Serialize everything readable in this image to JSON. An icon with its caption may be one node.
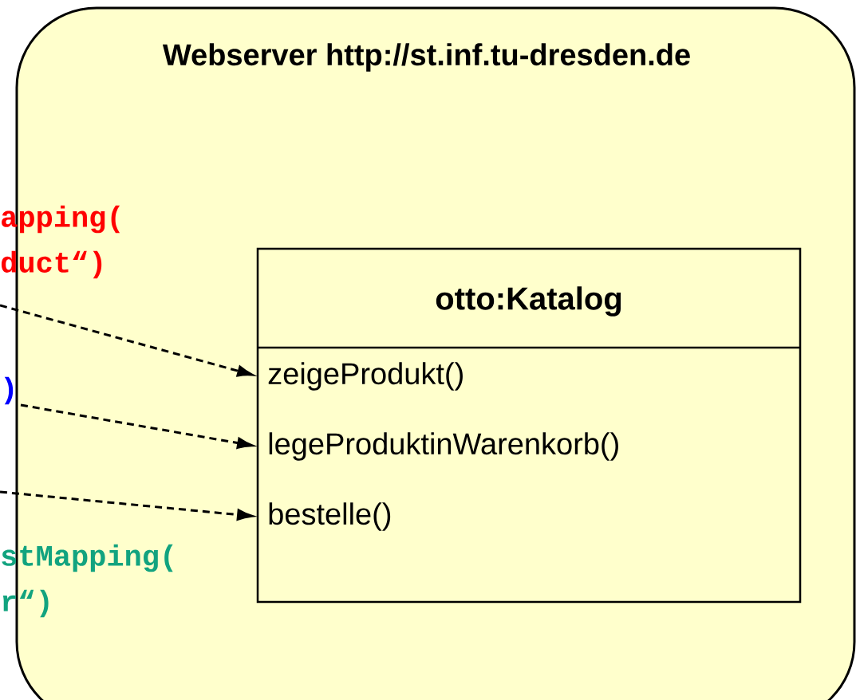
{
  "diagram": {
    "nodes": [
      {
        "text": [
          "Webserver http://st.inf.tu-dresden.de"
        ]
      },
      {
        "text": [
          "otto:Katalog"
        ],
        "in": 0
      },
      {
        "text": [
          "zeigeProdukt()"
        ],
        "in": 1
      },
      {
        "text": [
          "legeProduktinWarenkorb()"
        ],
        "in": 1
      },
      {
        "text": [
          "bestelle()"
        ],
        "in": 1
      }
    ],
    "edges": [
      {
        "from": null,
        "to": 2,
        "arrow": "to",
        "style": "dashed"
      },
      {
        "from": null,
        "to": 3,
        "arrow": "to",
        "style": "dashed"
      },
      {
        "from": null,
        "to": 4,
        "arrow": "to",
        "style": "dashed"
      }
    ],
    "labels": [
      "apping(",
      "duct“)",
      ")",
      "stMapping(",
      "r“)"
    ]
  }
}
